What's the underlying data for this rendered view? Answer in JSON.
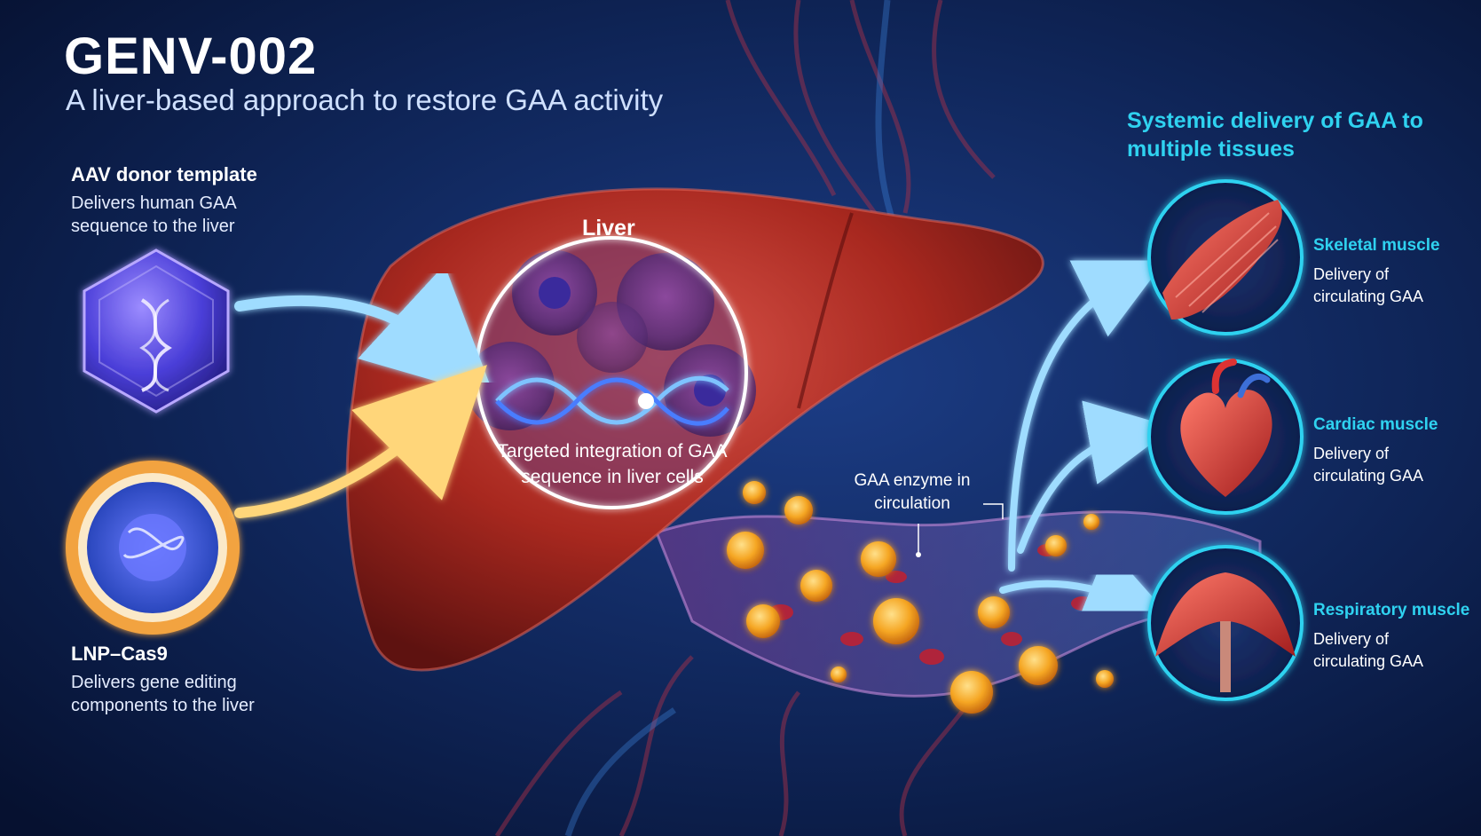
{
  "header": {
    "title": "GENV-002",
    "subtitle": "A liver-based approach to restore GAA activity"
  },
  "aav": {
    "heading": "AAV donor template",
    "description": "Delivers human GAA sequence to the liver",
    "icon": "aav-capsid-icon"
  },
  "lnp": {
    "heading": "LNP–Cas9",
    "description": "Delivers gene editing components to the liver",
    "icon": "lipid-nanoparticle-icon"
  },
  "liver": {
    "label": "Liver",
    "integration_text": "Targeted integration of GAA sequence in liver cells"
  },
  "circulation": {
    "label": "GAA enzyme in circulation"
  },
  "systemic": {
    "heading": "Systemic delivery of GAA to multiple tissues"
  },
  "tissues": [
    {
      "name": "Skeletal muscle",
      "description": "Delivery of circulating GAA",
      "icon": "skeletal-muscle-icon"
    },
    {
      "name": "Cardiac muscle",
      "description": "Delivery of circulating GAA",
      "icon": "heart-icon"
    },
    {
      "name": "Respiratory muscle",
      "description": "Delivery of circulating GAA",
      "icon": "diaphragm-icon"
    }
  ],
  "colors": {
    "background": "#0a1a3e",
    "accent_cyan": "#2fd2f0",
    "liver_red": "#b8322a",
    "enzyme_orange": "#f5a623",
    "arrow_blue": "#8fd4ff",
    "arrow_gold": "#ffcf6a"
  }
}
